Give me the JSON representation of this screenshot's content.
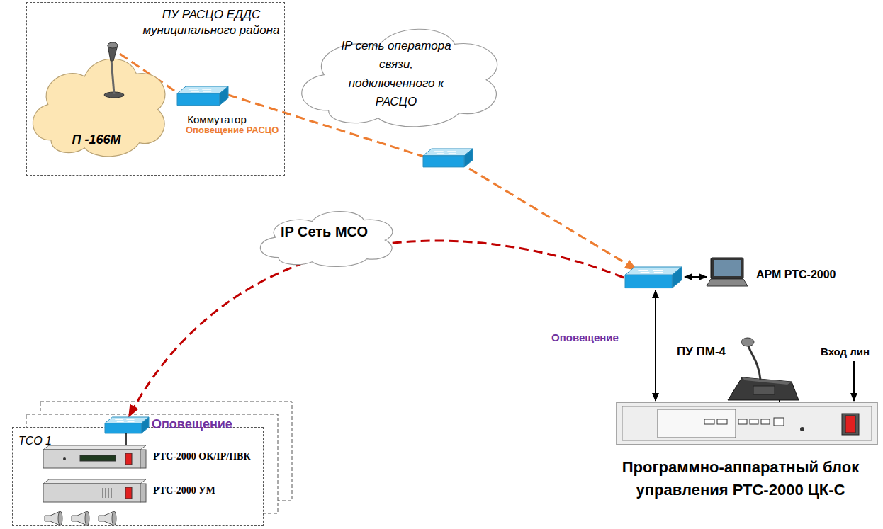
{
  "diagram": {
    "nodes": [
      {
        "text": [
          "ПУ РАСЦО ЕДДС муниципального района"
        ]
      },
      {
        "text": [
          "П -166М"
        ],
        "in": 0
      },
      {
        "text": [
          "Коммутатор"
        ],
        "in": 0
      },
      {
        "text": [
          "IP сеть оператора связи, подключенного к РАСЦО"
        ]
      },
      {
        "text": [
          "IP Сеть МСО"
        ]
      },
      {
        "text": [
          "АРМ РТС-2000"
        ]
      },
      {
        "text": [
          "ТСО 1"
        ]
      },
      {
        "text": [
          "РТС-2000 ОК/IP/ПВК"
        ],
        "in": 6
      },
      {
        "text": [
          "РТС-2000 УМ"
        ],
        "in": 6
      },
      {
        "text": [
          "ПУ ПМ-4"
        ]
      },
      {
        "text": [
          "Программно-аппаратный блок управления РТС-2000 ЦК-С"
        ]
      }
    ],
    "edges": [
      {
        "from": 1,
        "to": 2,
        "arrow": "none"
      }
    ],
    "labels": [
      "Оповещение РАСЦО",
      "Оповещение",
      "Оповещение",
      "Вход лин"
    ]
  }
}
